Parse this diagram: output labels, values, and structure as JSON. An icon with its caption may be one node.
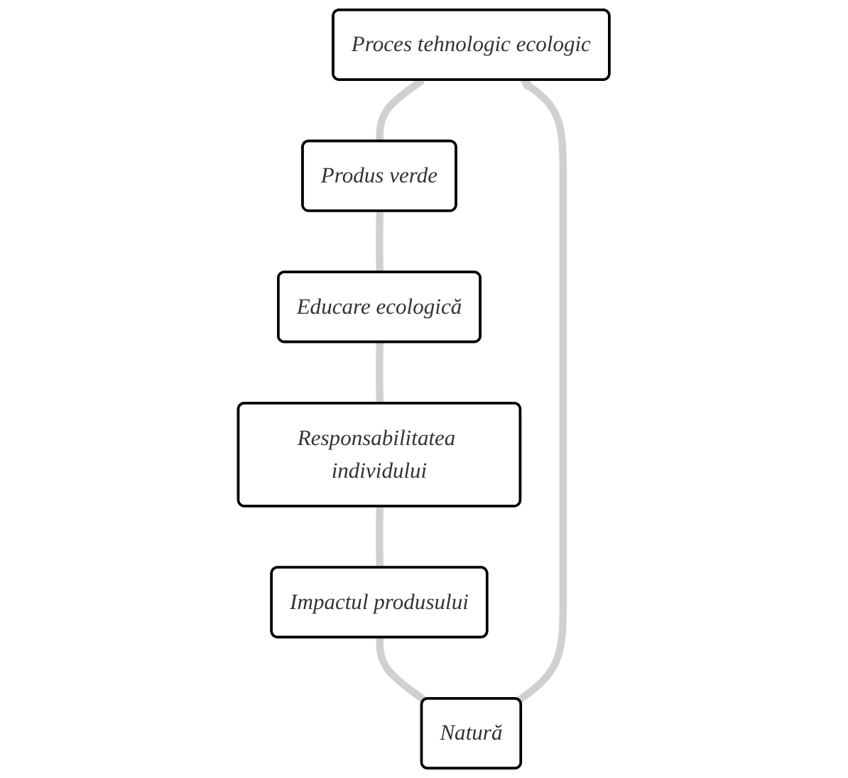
{
  "diagram": {
    "nodes": [
      {
        "text": [
          "Proces tehnologic ecologic"
        ]
      },
      {
        "text": [
          "Produs verde"
        ]
      },
      {
        "text": [
          "Educare ecologică"
        ]
      },
      {
        "text": [
          "Responsabilitatea individului"
        ]
      },
      {
        "text": [
          "Impactul produsului"
        ]
      },
      {
        "text": [
          "Natură"
        ]
      }
    ],
    "edges": [
      {
        "from": 0,
        "to": 1,
        "arrow": "none"
      },
      {
        "from": 1,
        "to": 2,
        "arrow": "none"
      },
      {
        "from": 2,
        "to": 3,
        "arrow": "none"
      },
      {
        "from": 3,
        "to": 4,
        "arrow": "none"
      },
      {
        "from": 4,
        "to": 5,
        "arrow": "none"
      },
      {
        "from": 5,
        "to": 0,
        "arrow": "to"
      }
    ]
  }
}
